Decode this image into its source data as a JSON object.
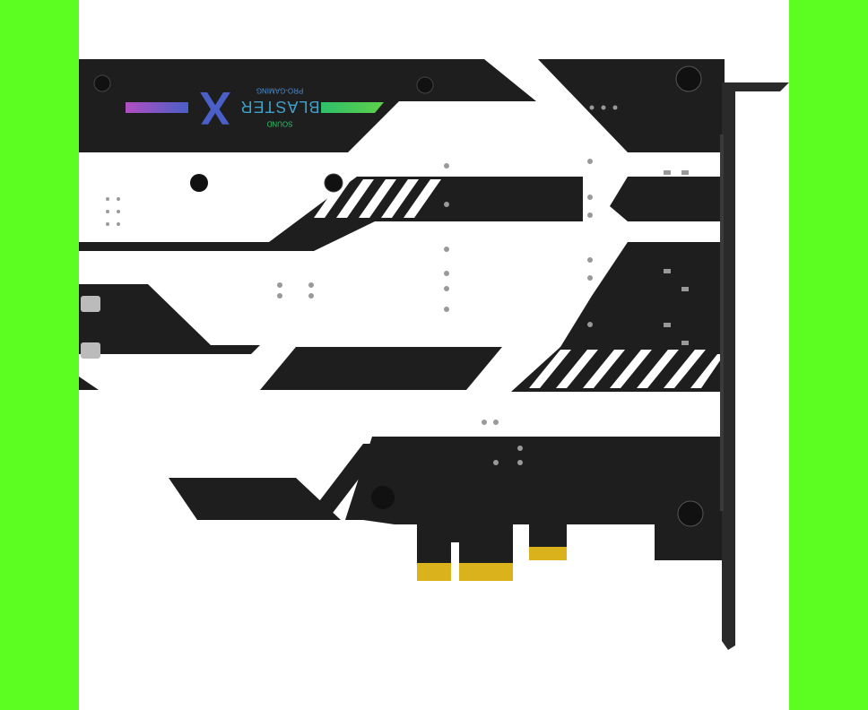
{
  "product": {
    "logo": {
      "line1": "SOUND",
      "line2": "BLASTER",
      "mark": "X",
      "tagline": "PRO-GAMING"
    }
  },
  "colors": {
    "background_border": "#5cfe22",
    "pcb_black": "#1e1e1e",
    "pcb_white": "#ffffff",
    "gold_contacts": "#d9b21c",
    "logo_blue": "#4a5fc8",
    "logo_green": "#2fbf6a"
  }
}
